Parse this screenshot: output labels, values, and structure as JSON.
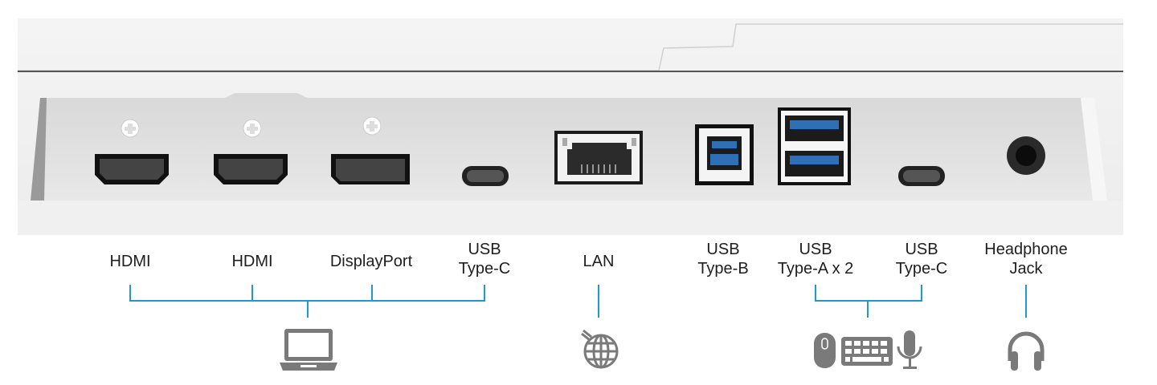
{
  "ports": [
    {
      "label": [
        "HDMI"
      ]
    },
    {
      "label": [
        "HDMI"
      ]
    },
    {
      "label": [
        "DisplayPort"
      ]
    },
    {
      "label": [
        "USB",
        "Type-C"
      ]
    },
    {
      "label": [
        "LAN"
      ]
    },
    {
      "label": [
        "USB",
        "Type-B"
      ]
    },
    {
      "label": [
        "USB",
        "Type-A x 2"
      ]
    },
    {
      "label": [
        "USB",
        "Type-C"
      ]
    },
    {
      "label": [
        "Headphone",
        "Jack"
      ]
    }
  ],
  "groups": [
    {
      "icon": "laptop-icon"
    },
    {
      "icon": "globe-icon"
    },
    {
      "icon": "mouse-keyboard-microphone-icon"
    },
    {
      "icon": "headphones-icon"
    }
  ],
  "colors": {
    "accent": "#1c9ad6",
    "icon": "#7a7a7a",
    "panel": "#e6e6e6"
  }
}
